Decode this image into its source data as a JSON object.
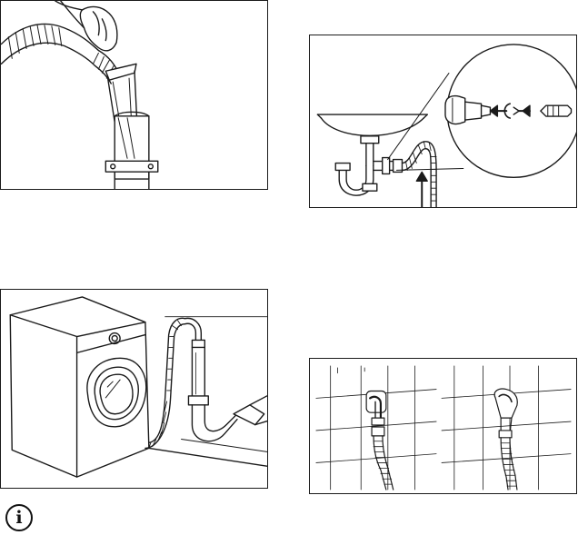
{
  "page": {
    "figures": [
      {
        "id": "p1",
        "icon": "hose-into-standpipe-illustration"
      },
      {
        "id": "p2",
        "icon": "hose-to-sink-trap-illustration"
      },
      {
        "id": "p3",
        "icon": "washing-machine-drain-hose-illustration"
      },
      {
        "id": "p4",
        "icon": "wall-drain-hose-guide-illustration"
      }
    ],
    "info_icon_glyph": "i",
    "colors": {
      "line": "#1a1a1a",
      "background": "#ffffff"
    }
  }
}
